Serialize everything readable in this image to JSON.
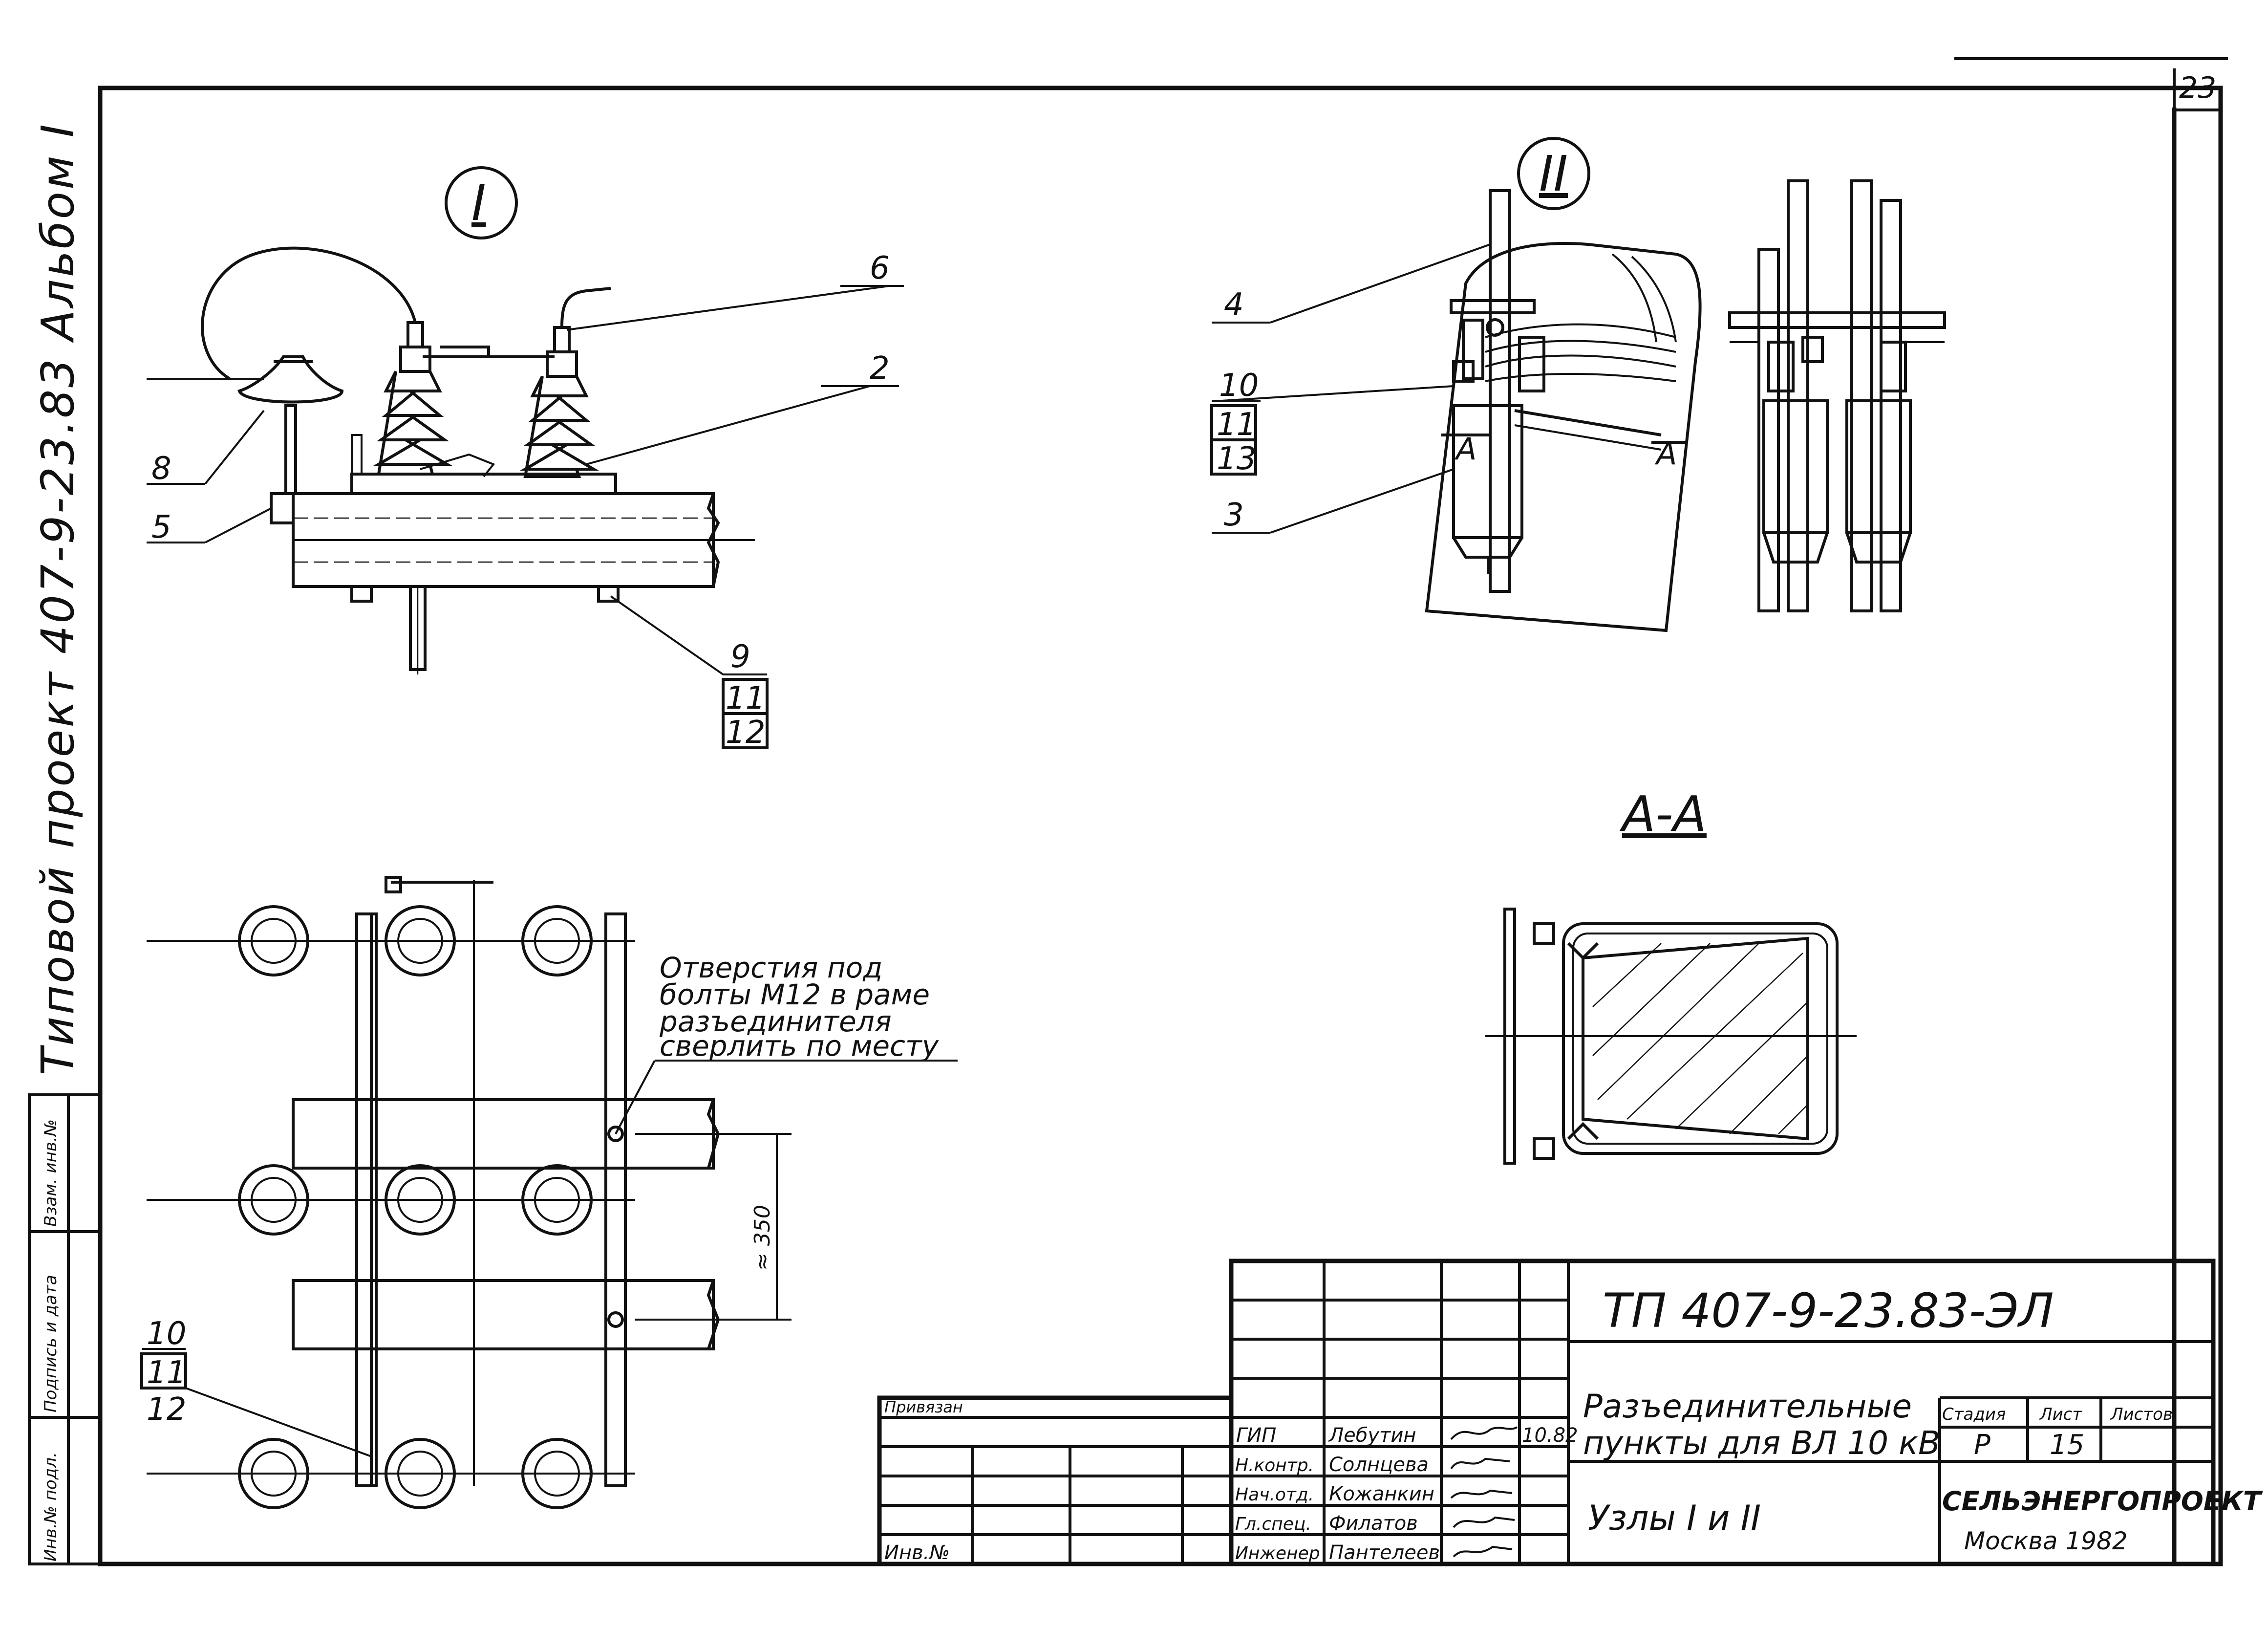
{
  "sheet_number": "23",
  "side_caption": "Типовой проект 407-9-23.83 Альбом I",
  "side_stamp": [
    "Инв.№ подл.",
    "Подпись и дата",
    "Взам. инв.№"
  ],
  "view_labels": {
    "node1": "I",
    "node2": "II",
    "section": "А-А",
    "section_mark": "А"
  },
  "callouts": {
    "node1": [
      "6",
      "2",
      "8",
      "5",
      "9",
      "11",
      "12"
    ],
    "node2": [
      "4",
      "10",
      "11",
      "13",
      "3"
    ],
    "plan": [
      "10",
      "11",
      "12"
    ]
  },
  "note": [
    "Отверстия под",
    "болты М12 в раме",
    "разъединителя",
    "сверлить по месту"
  ],
  "dimension": "≈ 350",
  "title_block": {
    "code": "ТП 407-9-23.83-ЭЛ",
    "tied": "Привязан",
    "inv": "Инв.№",
    "title_line1": "Разъединительные",
    "title_line2": "пункты для ВЛ 10 кВ",
    "subtitle": "Узлы I и II",
    "stage_header": "Стадия",
    "sheet_header": "Лист",
    "sheets_header": "Листов",
    "stage": "Р",
    "sheet": "15",
    "org": "СЕЛЬЭНЕРГОПРОЕКТ",
    "city": "Москва 1982",
    "date": "10.82",
    "staff": [
      {
        "role": "ГИП",
        "name": "Лебутин"
      },
      {
        "role": "Н.контр.",
        "name": "Солнцева"
      },
      {
        "role": "Нач.отд.",
        "name": "Кожанкин"
      },
      {
        "role": "Гл.спец.",
        "name": "Филатов"
      },
      {
        "role": "Инженер",
        "name": "Пантелеев"
      }
    ]
  }
}
